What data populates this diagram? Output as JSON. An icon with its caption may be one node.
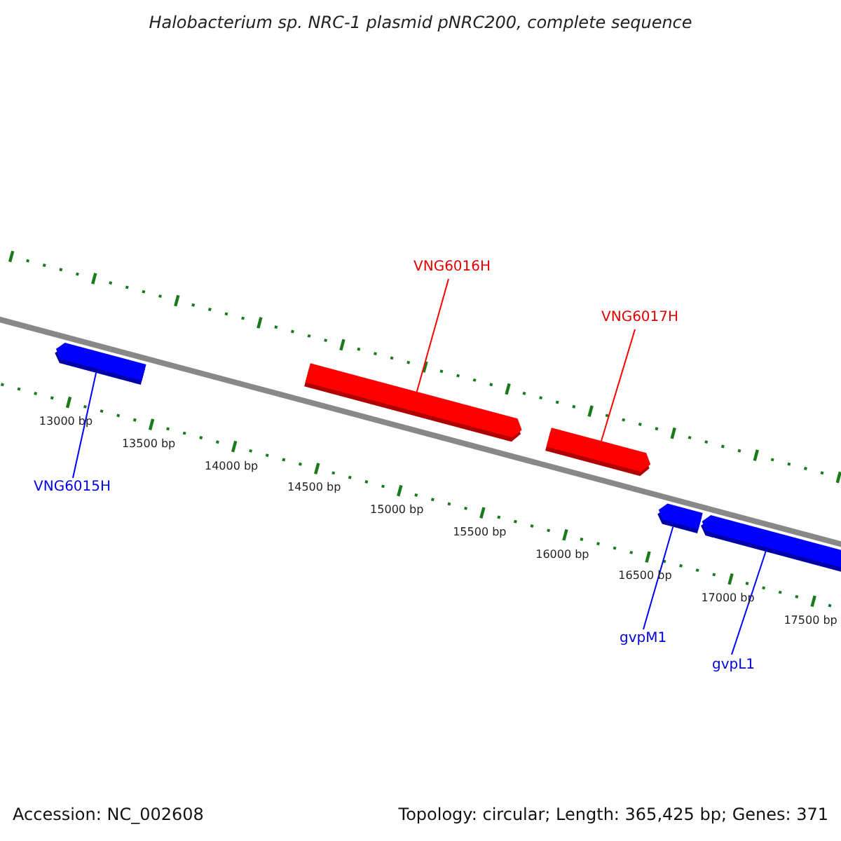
{
  "diagram": {
    "title": "Halobacterium sp. NRC-1 plasmid pNRC200, complete sequence",
    "nodes": [
      {
        "text": [
          "VNG6016H"
        ]
      },
      {
        "text": [
          "VNG6017H"
        ]
      },
      {
        "text": [
          "VNG6015H"
        ]
      },
      {
        "text": [
          "gvpM1"
        ]
      },
      {
        "text": [
          "gvpL1"
        ]
      },
      {
        "text": [],
        "shape": "bar"
      },
      {
        "text": [],
        "shape": "bar"
      },
      {
        "text": [],
        "shape": "bar"
      },
      {
        "text": [],
        "shape": "bar"
      },
      {
        "text": [],
        "shape": "bar"
      }
    ],
    "edges": [
      {
        "from": 0,
        "to": 6,
        "arrow": "none",
        "color": "#ff0000"
      },
      {
        "from": 1,
        "to": 7,
        "arrow": "none",
        "color": "#ff0000"
      },
      {
        "from": 2,
        "to": 5,
        "arrow": "none"
      },
      {
        "from": 3,
        "to": 8,
        "arrow": "none"
      },
      {
        "from": 4,
        "to": 9,
        "arrow": "none"
      }
    ],
    "labels": [
      "13000 bp",
      "13500 bp",
      "14000 bp",
      "14500 bp",
      "15000 bp",
      "15500 bp",
      "16000 bp",
      "16500 bp",
      "17000 bp",
      "17500 bp",
      "Accession: NC_002608",
      "Topology: circular; Length: 365,425 bp; Genes: 371"
    ]
  }
}
